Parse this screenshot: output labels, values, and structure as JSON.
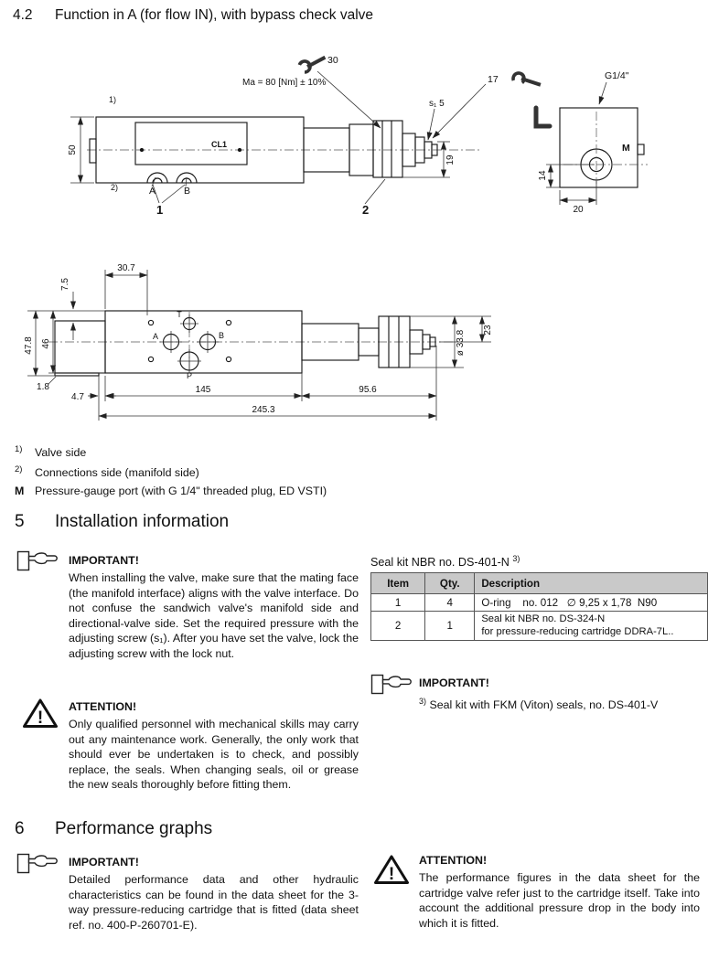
{
  "doc": {
    "s42_num": "4.2",
    "s42_title": "Function in A (for flow IN), with bypass check valve",
    "s5_num": "5",
    "s5_title": "Installation information",
    "s6_num": "6",
    "s6_title": "Performance graphs"
  },
  "d1": {
    "wrench30": "30",
    "torque": "Ma = 80 [Nm] ± 10%",
    "wrench17": "17",
    "g14": "G1/4\"",
    "s15": "s₁ 5",
    "dim50": "50",
    "dim19": "19",
    "dim14": "14",
    "dim20": "20",
    "note1": "1)",
    "note2": "2)",
    "portA": "A",
    "portB": "B",
    "bold1": "1",
    "bold2": "2",
    "m": "M",
    "plate": "CL1"
  },
  "d2": {
    "dim307": "30.7",
    "dim75": "7.5",
    "dim478": "47.8",
    "dim46": "46",
    "dim18": "1.8",
    "dim47": "4.7",
    "dim145": "145",
    "dim956": "95.6",
    "dim2453": "245.3",
    "dim23": "23",
    "dim338": "ø 33.8",
    "t": "T",
    "a": "A",
    "b": "B",
    "p": "P"
  },
  "footnotes": [
    {
      "marker": "1)",
      "text": "Valve side"
    },
    {
      "marker": "2)",
      "text": "Connections side (manifold side)"
    },
    {
      "marker": "M",
      "text": "Pressure-gauge port (with G 1/4\" threaded plug, ED VSTI)"
    }
  ],
  "install": {
    "important": "IMPORTANT!",
    "important_text": "When installing the valve, make sure that the mating face (the manifold interface) aligns with the valve interface. Do not confuse the sandwich valve's manifold side and directional-valve side. Set the required pressure with the adjusting screw (s₁). After you have set the valve, lock the adjusting screw with the lock nut.",
    "attention": "ATTENTION!",
    "attention_text": "Only qualified personnel with mechanical skills may carry out any maintenance work. Generally, the only work that should ever be undertaken is to check, and possibly replace, the seals. When changing seals, oil or grease the new seals thoroughly before fitting them.",
    "sealkit_title": "Seal kit NBR no. DS-401-N",
    "sealkit_sup": "3)",
    "table": {
      "h_item": "Item",
      "h_qty": "Qty.",
      "h_desc": "Description",
      "r1_item": "1",
      "r1_qty": "4",
      "r1_desc": "O-ring    no. 012   ∅ 9,25 x 1,78  N90",
      "r2_item": "2",
      "r2_qty": "1",
      "r2_desc1": "Seal kit NBR no. DS-324-N",
      "r2_desc2": "for pressure-reducing cartridge DDRA-7L.."
    },
    "important2": "IMPORTANT!",
    "note3_marker": "3)",
    "note3_text": "Seal kit with FKM (Viton) seals, no. DS-401-V"
  },
  "perf": {
    "important": "IMPORTANT!",
    "important_text": "Detailed performance data and other hydraulic characteristics can be found in the data sheet for the 3-way pressure-reducing cartridge that is fitted (data sheet ref. no. 400-P-260701-E).",
    "attention": "ATTENTION!",
    "attention_text": "The performance figures in the data sheet for the cartridge valve refer just to the cartridge itself. Take into account the additional pressure drop in the body into which it is fitted."
  }
}
